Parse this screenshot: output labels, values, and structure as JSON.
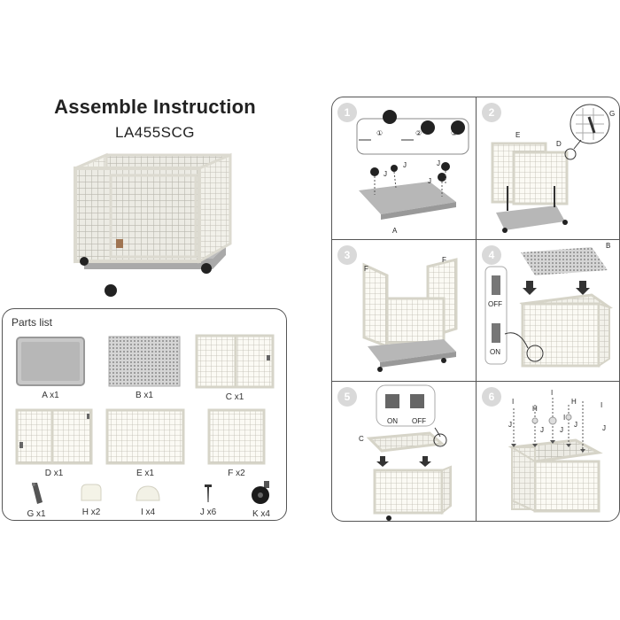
{
  "header": {
    "title": "Assemble Instruction",
    "model": "LA455SCG"
  },
  "parts_list": {
    "title": "Parts list",
    "items": [
      {
        "id": "A",
        "label": "A x1"
      },
      {
        "id": "B",
        "label": "B x1"
      },
      {
        "id": "C",
        "label": "C x1"
      },
      {
        "id": "D",
        "label": "D x1"
      },
      {
        "id": "E",
        "label": "E x1"
      },
      {
        "id": "F",
        "label": "F x2"
      },
      {
        "id": "G",
        "label": "G x1"
      },
      {
        "id": "H",
        "label": "H x2"
      },
      {
        "id": "I",
        "label": "I x4"
      },
      {
        "id": "J",
        "label": "J  x6"
      },
      {
        "id": "K",
        "label": "K x4"
      }
    ]
  },
  "steps": [
    {
      "num": "1",
      "labels": {
        "a": "A",
        "j1": "J",
        "j2": "J",
        "j3": "J",
        "j4": "J",
        "c1": "①",
        "c2": "②",
        "c3": "③"
      }
    },
    {
      "num": "2",
      "labels": {
        "e": "E",
        "d": "D",
        "g": "G"
      }
    },
    {
      "num": "3",
      "labels": {
        "f1": "F",
        "f2": "F"
      }
    },
    {
      "num": "4",
      "labels": {
        "b": "B",
        "off": "OFF",
        "on": "ON"
      }
    },
    {
      "num": "5",
      "labels": {
        "c": "C",
        "on": "ON",
        "off": "OFF"
      }
    },
    {
      "num": "6",
      "labels": {
        "i1": "I",
        "h1": "H",
        "i2": "I",
        "h2": "H",
        "i3": "I",
        "i4": "I",
        "j1": "J",
        "j2": "J",
        "j3": "J",
        "j4": "J",
        "j5": "J"
      }
    }
  ]
}
